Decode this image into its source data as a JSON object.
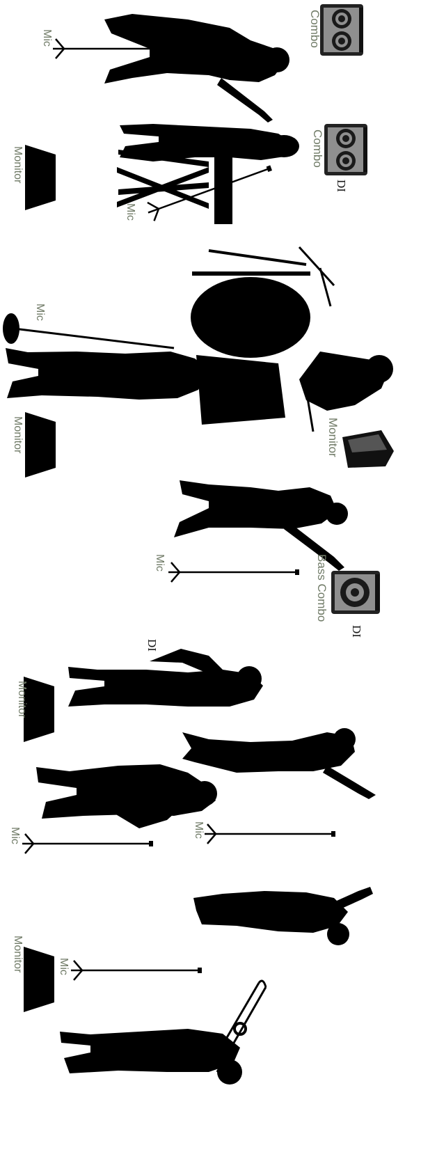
{
  "labels": {
    "combo": "Combo",
    "mic": "Mic",
    "monitor": "Monitor",
    "di": "DI",
    "bass_combo": "Bass Combo"
  },
  "colors": {
    "silhouette": "#000000",
    "label_gray": "#6f7a66",
    "background": "#ffffff",
    "amp_face": "#9a9a9a"
  },
  "icons": [
    "guitar-player-icon",
    "keyboard-player-icon",
    "drum-kit-icon",
    "vocalist-icon",
    "bass-player-icon",
    "saxophone-player-icon",
    "trumpet-player-icon",
    "trombone-player-icon",
    "combo-amp-icon",
    "bass-combo-amp-icon",
    "floor-wedge-monitor-icon",
    "mic-stand-icon"
  ]
}
